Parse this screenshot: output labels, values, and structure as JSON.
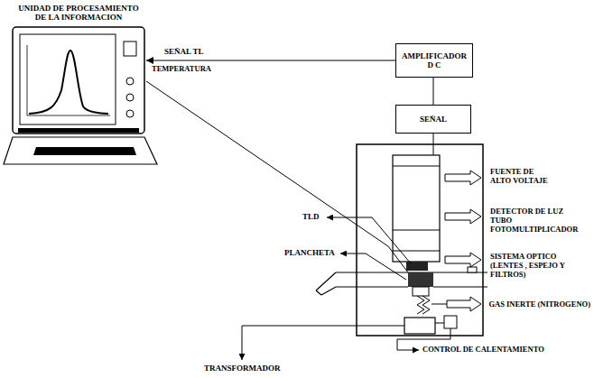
{
  "diagram": {
    "nodes": [
      {
        "text": [
          "UNIDAD DE PROCESAMIENTO DE LA INFORMACION"
        ]
      },
      {
        "text": [
          "AMPLIFICADOR D C"
        ]
      },
      {
        "text": [
          "SEÑAL"
        ]
      }
    ],
    "edges": [
      {
        "from": 2,
        "to": 1,
        "arrow": "none"
      },
      {
        "from": 1,
        "to": 0,
        "arrow": "to",
        "label": "SEÑAL TL"
      }
    ],
    "labels": [
      "TEMPERATURA",
      "FUENTE DE ALTO VOLTAJE",
      "DETECTOR DE LUZ TUBO FOTOMULTIPLICADOR",
      "SISTEMA OPTICO (LENTES , ESPEJO Y FILTROS)",
      "GAS INERTE (NITROGENO)",
      "CONTROL DE CALENTAMIENTO",
      "TRANSFORMADOR",
      "TLD",
      "PLANCHETA"
    ]
  }
}
